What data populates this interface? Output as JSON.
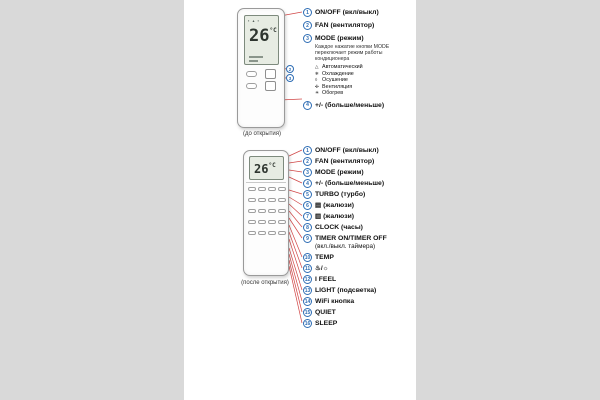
{
  "colors": {
    "accent": "#2e6db4",
    "leader": "#cc3333",
    "lcd": "#e7ece3"
  },
  "remote": {
    "temp": "26",
    "temp_unit": "°C",
    "lcd_icons": "▪ ▴ ▪"
  },
  "captions": {
    "top": "(до открытия)",
    "bottom": "(после открытия)"
  },
  "markers": [
    {
      "num": "2"
    },
    {
      "num": "3"
    }
  ],
  "legend_top": {
    "items": [
      {
        "num": "1",
        "label": "ON/OFF (вкл/выкл)"
      },
      {
        "num": "2",
        "label": "FAN (вентилятор)"
      },
      {
        "num": "3",
        "label": "MODE (режим)"
      },
      {
        "num": "4",
        "label": "+/- (больше/меньше)"
      }
    ],
    "mode_note": "Каждое нажатие кнопки MODE переключает режим работы кондиционера",
    "modes": [
      {
        "icon": "△",
        "label": "Автоматический"
      },
      {
        "icon": "❄",
        "label": "Охлаждение"
      },
      {
        "icon": "◊",
        "label": "Осушение"
      },
      {
        "icon": "✣",
        "label": "Вентиляция"
      },
      {
        "icon": "☀",
        "label": "Обогрев"
      }
    ]
  },
  "legend_bottom": {
    "items": [
      {
        "num": "1",
        "label": "ON/OFF (вкл/выкл)"
      },
      {
        "num": "2",
        "label": "FAN (вентилятор)"
      },
      {
        "num": "3",
        "label": "MODE (режим)"
      },
      {
        "num": "4",
        "label": "+/- (больше/меньше)"
      },
      {
        "num": "5",
        "label": "TURBO (турбо)"
      },
      {
        "num": "6",
        "icon": "▤",
        "label": "(жалюзи)"
      },
      {
        "num": "7",
        "icon": "▥",
        "label": "(жалюзи)"
      },
      {
        "num": "8",
        "label": "CLOCK (часы)"
      },
      {
        "num": "9",
        "label": "TIMER ON/TIMER OFF",
        "label2": "(вкл./выкл. таймера)"
      },
      {
        "num": "10",
        "label": "TEMP"
      },
      {
        "num": "11",
        "icon": "♨/☼",
        "label": ""
      },
      {
        "num": "12",
        "label": "I FEEL"
      },
      {
        "num": "13",
        "label": "LIGHT (подсветка)"
      },
      {
        "num": "14",
        "label": "WiFi кнопка"
      },
      {
        "num": "15",
        "label": "QUIET"
      },
      {
        "num": "16",
        "label": "SLEEP"
      }
    ]
  }
}
